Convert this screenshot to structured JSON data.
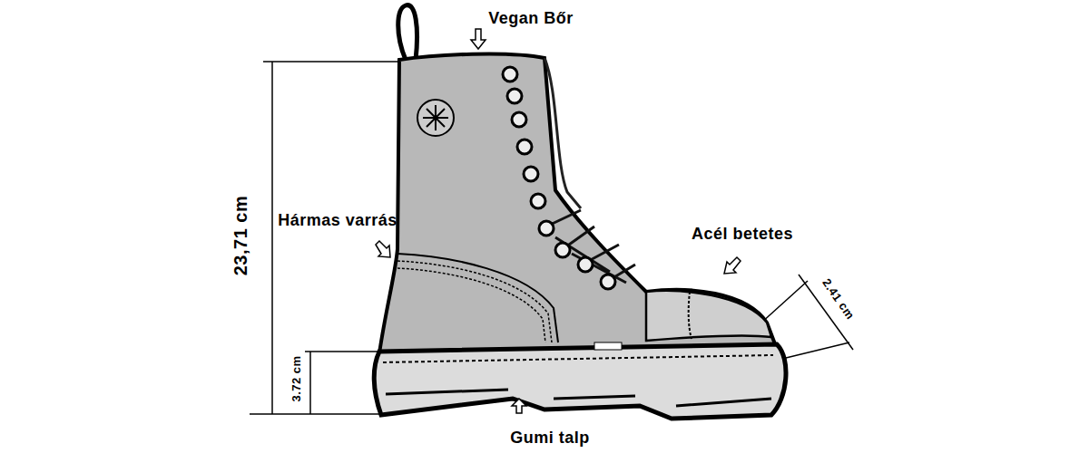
{
  "diagram": {
    "labels": [
      "Vegan Bőr",
      "23,71 cm",
      "Hármas varrás",
      "Acél betetes",
      "2.41 cm",
      "3.72 cm",
      "Gumi talp"
    ]
  }
}
